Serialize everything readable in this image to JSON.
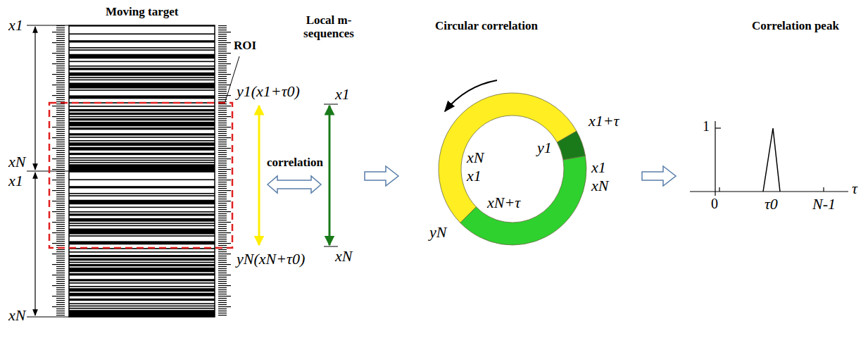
{
  "diagram": {
    "labels": [
      "Moving target",
      "ROI",
      "Local m-sequences",
      "correlation",
      "Circular correlation",
      "Correlation peak",
      "x1",
      "xN",
      "x1",
      "xN",
      "y1(x1+τ0)",
      "yN(xN+τ0)",
      "x1",
      "xN",
      "y1",
      "x1+τ",
      "xN",
      "x1",
      "x1",
      "xN",
      "yN",
      "xN+τ",
      "1",
      "0",
      "τ0",
      "N-1",
      "τ"
    ]
  }
}
